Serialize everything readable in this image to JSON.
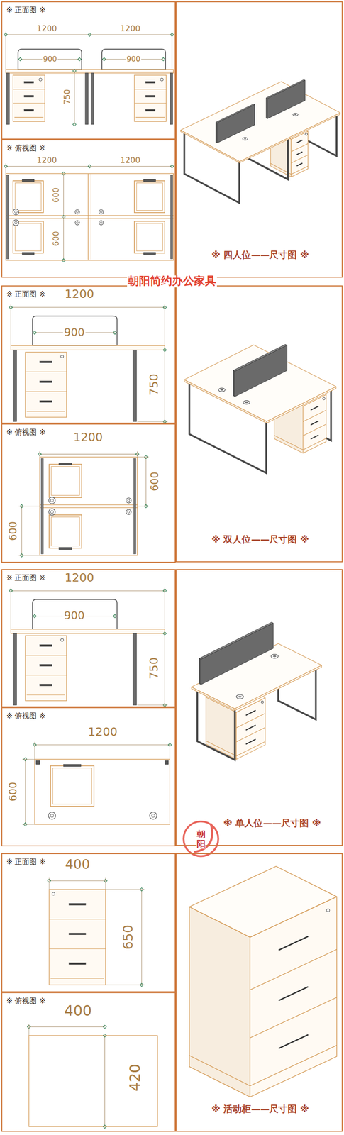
{
  "diagram": {
    "nodes": [
      {
        "text": [
          "※ 正面图 ※"
        ]
      },
      {
        "text": [
          "※ 俯视图 ※"
        ]
      },
      {
        "text": [
          "※ 四人位——尺寸图 ※"
        ]
      },
      {
        "text": [
          "※ 正面图 ※"
        ]
      },
      {
        "text": [
          "※ 俯视图 ※"
        ]
      },
      {
        "text": [
          "※ 双人位——尺寸图 ※"
        ]
      },
      {
        "text": [
          "※ 正面图 ※"
        ]
      },
      {
        "text": [
          "※ 俯视图 ※"
        ]
      },
      {
        "text": [
          "※ 单人位——尺寸图 ※"
        ]
      },
      {
        "text": [
          "※ 正面图 ※"
        ]
      },
      {
        "text": [
          "※ 俯视图 ※"
        ]
      },
      {
        "text": [
          "※ 活动柜——尺寸图 ※"
        ]
      }
    ],
    "labels": [
      "1200",
      "1200",
      "900",
      "900",
      "750",
      "1200",
      "1200",
      "600",
      "600",
      "朝阳简约办公家具",
      "1200",
      "900",
      "750",
      "1200",
      "600",
      "600",
      "1200",
      "900",
      "750",
      "1200",
      "600",
      "朝阳",
      "400",
      "650",
      "400",
      "420"
    ]
  }
}
